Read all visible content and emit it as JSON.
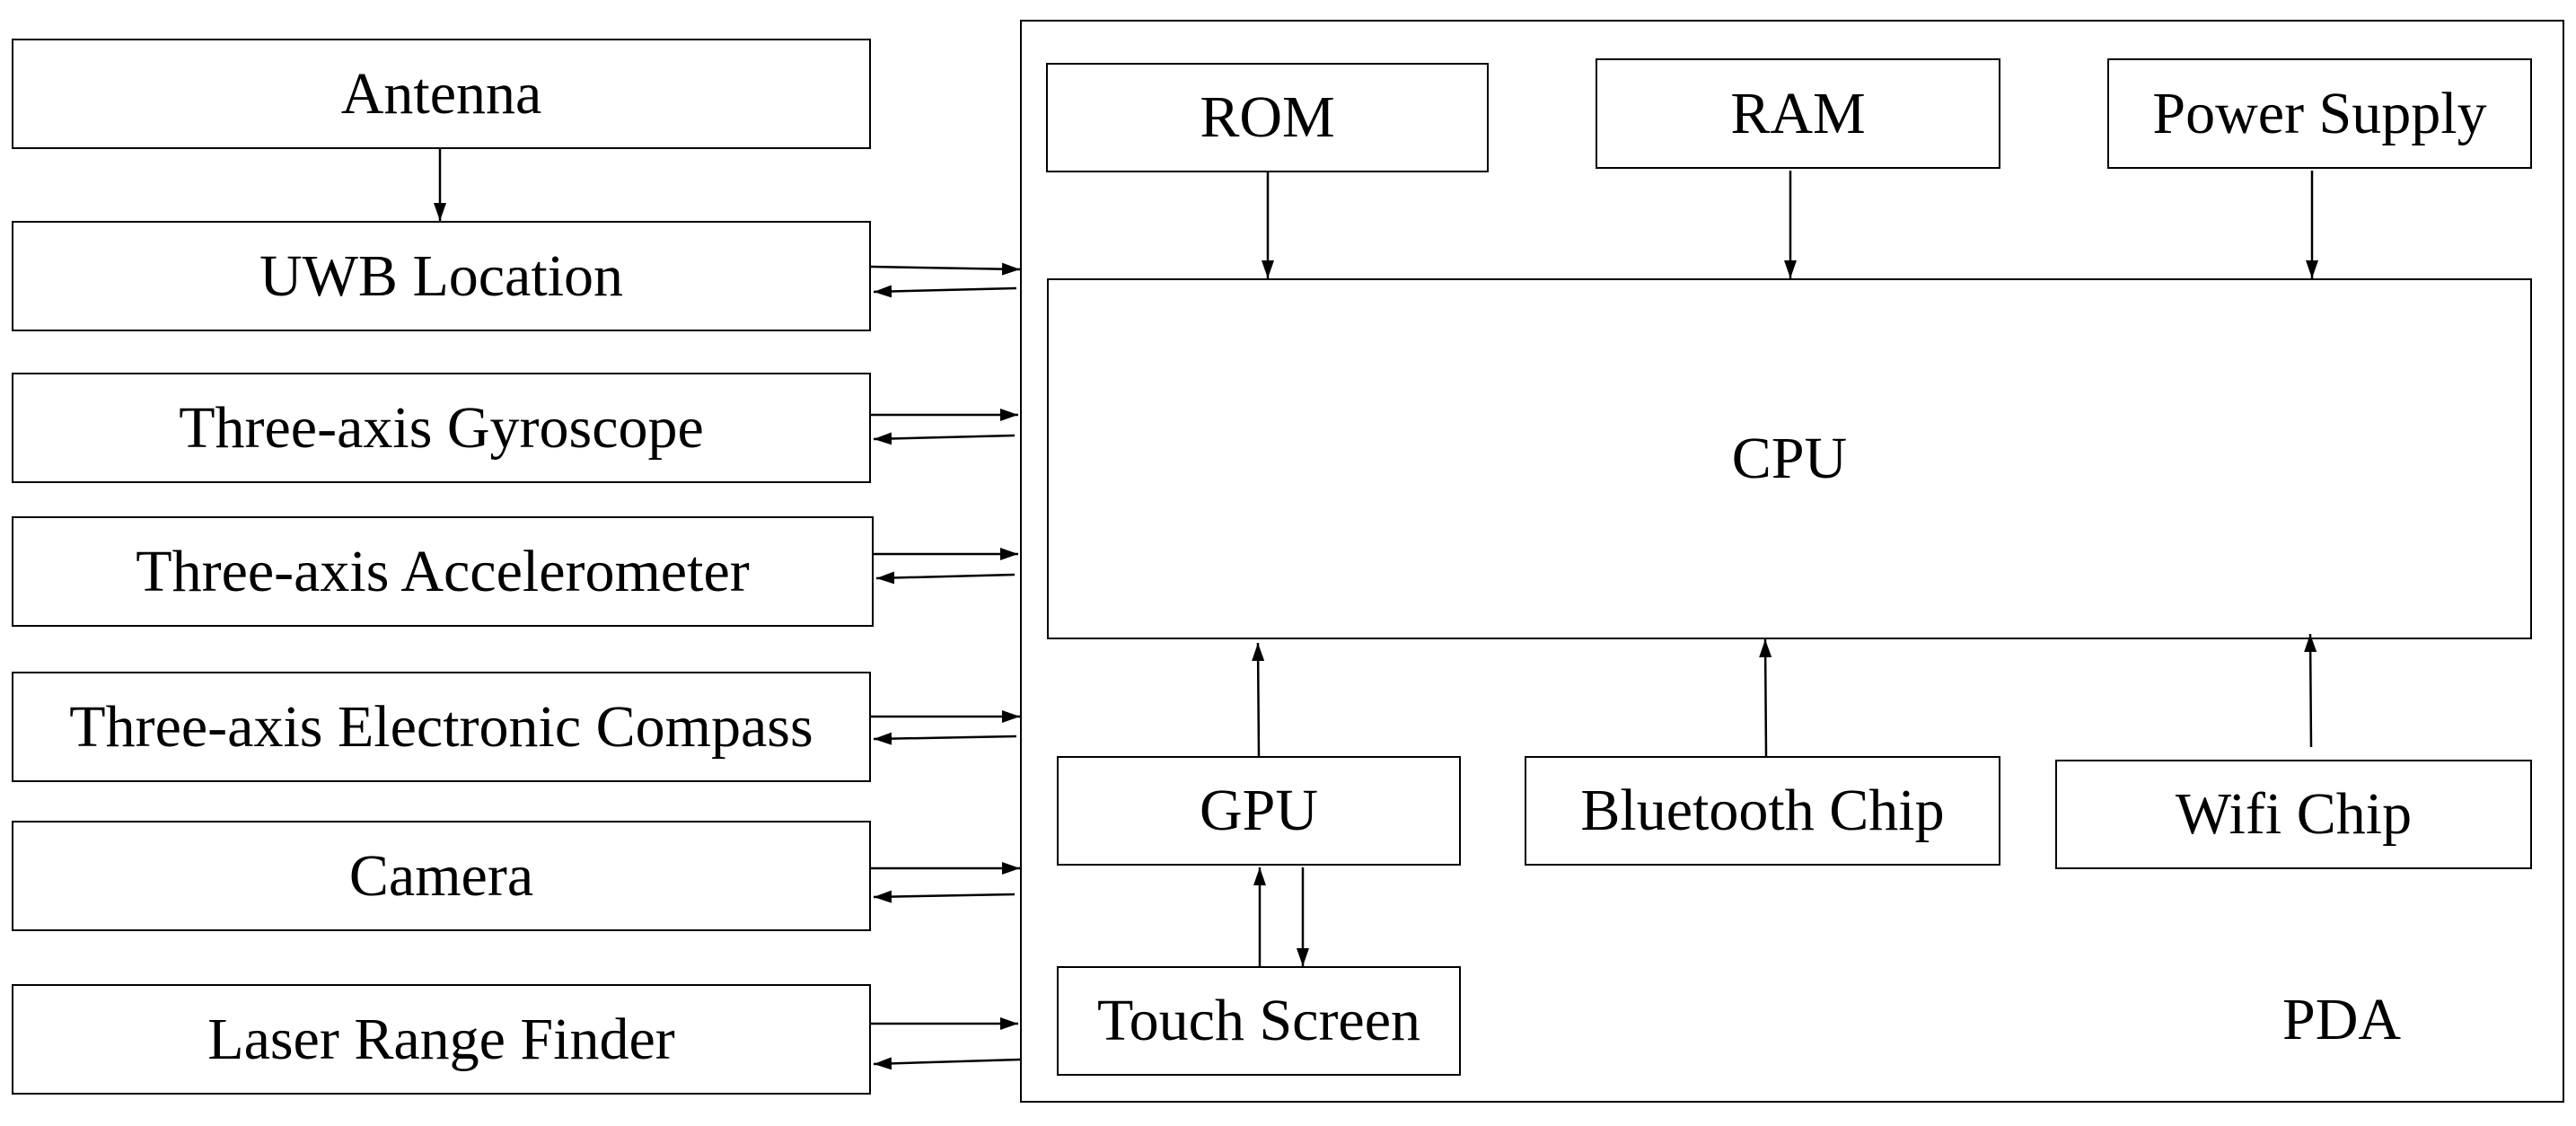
{
  "left_modules": {
    "antenna": "Antenna",
    "uwb": "UWB Location",
    "gyroscope": "Three-axis Gyroscope",
    "accelerometer": "Three-axis Accelerometer",
    "compass": "Three-axis Electronic Compass",
    "camera": "Camera",
    "laser": "Laser Range Finder"
  },
  "pda": {
    "label": "PDA",
    "rom": "ROM",
    "ram": "RAM",
    "power": "Power Supply",
    "cpu": "CPU",
    "gpu": "GPU",
    "bluetooth": "Bluetooth Chip",
    "wifi": "Wifi Chip",
    "touch": "Touch Screen"
  }
}
